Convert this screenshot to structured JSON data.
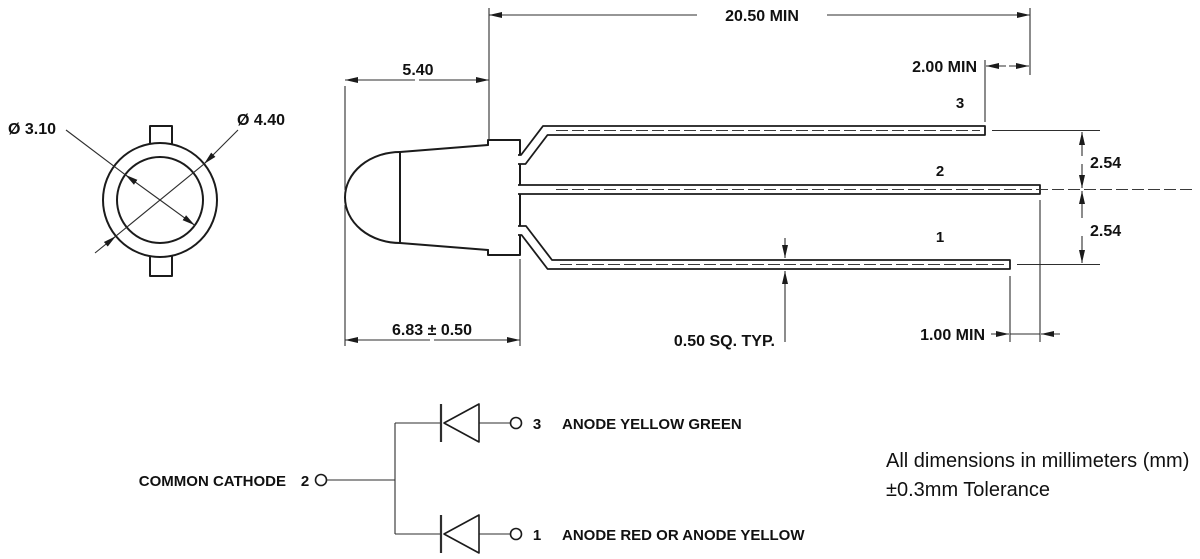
{
  "front": {
    "dia_inner": "Ø 3.10",
    "dia_outer": "Ø 4.40"
  },
  "side": {
    "dim_lead_min": "20.50  MIN",
    "dim_body_width": "5.40",
    "dim_lead_offset_top": "2.00  MIN",
    "pin3": "3",
    "pin2": "2",
    "pin1": "1",
    "dim_pitch_a": "2.54",
    "dim_pitch_b": "2.54",
    "dim_body_len": "6.83 ± 0.50",
    "dim_lead_sq": "0.50  SQ. TYP.",
    "dim_lead_offset_bot": "1.00  MIN"
  },
  "schematic": {
    "common_label": "COMMON CATHODE",
    "common_pin": "2",
    "pin3": "3",
    "pin3_label": "ANODE YELLOW GREEN",
    "pin1": "1",
    "pin1_label": "ANODE RED OR ANODE YELLOW"
  },
  "notes": {
    "line1": "All dimensions in millimeters (mm)",
    "line2": "±0.3mm Tolerance"
  },
  "colors": {
    "ink": "#1b1b1b",
    "background": "#ffffff"
  }
}
